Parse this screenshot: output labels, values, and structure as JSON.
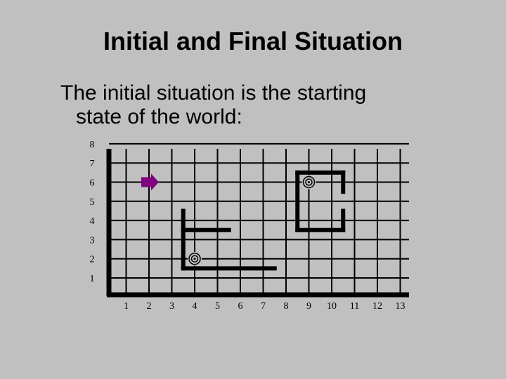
{
  "slide": {
    "title": "Initial and Final Situation",
    "text_line1": "The initial situation is the starting",
    "text_line2": "state of the world:"
  },
  "world": {
    "x_labels": [
      "1",
      "2",
      "3",
      "4",
      "5",
      "6",
      "7",
      "8",
      "9",
      "10",
      "11",
      "12",
      "13"
    ],
    "y_labels": [
      "1",
      "2",
      "3",
      "4",
      "5",
      "6",
      "7",
      "8"
    ],
    "robot": {
      "avenue": 2,
      "street": 6,
      "facing": "east",
      "color": "#800080"
    },
    "beepers": [
      {
        "avenue": 4,
        "street": 2
      },
      {
        "avenue": 9,
        "street": 6
      }
    ],
    "walls": [
      {
        "from": [
          3.5,
          1.5
        ],
        "to": [
          3.5,
          4.5
        ]
      },
      {
        "from": [
          3.5,
          3.5
        ],
        "to": [
          5.5,
          3.5
        ]
      },
      {
        "from": [
          3.5,
          1.5
        ],
        "to": [
          7.5,
          1.5
        ]
      },
      {
        "from": [
          8.5,
          3.5
        ],
        "to": [
          8.5,
          6.5
        ]
      },
      {
        "from": [
          8.5,
          6.5
        ],
        "to": [
          10.5,
          6.5
        ]
      },
      {
        "from": [
          8.5,
          3.5
        ],
        "to": [
          10.5,
          3.5
        ]
      },
      {
        "from": [
          10.5,
          3.5
        ],
        "to": [
          10.5,
          4.5
        ]
      },
      {
        "from": [
          10.5,
          5.5
        ],
        "to": [
          10.5,
          6.5
        ]
      }
    ]
  }
}
